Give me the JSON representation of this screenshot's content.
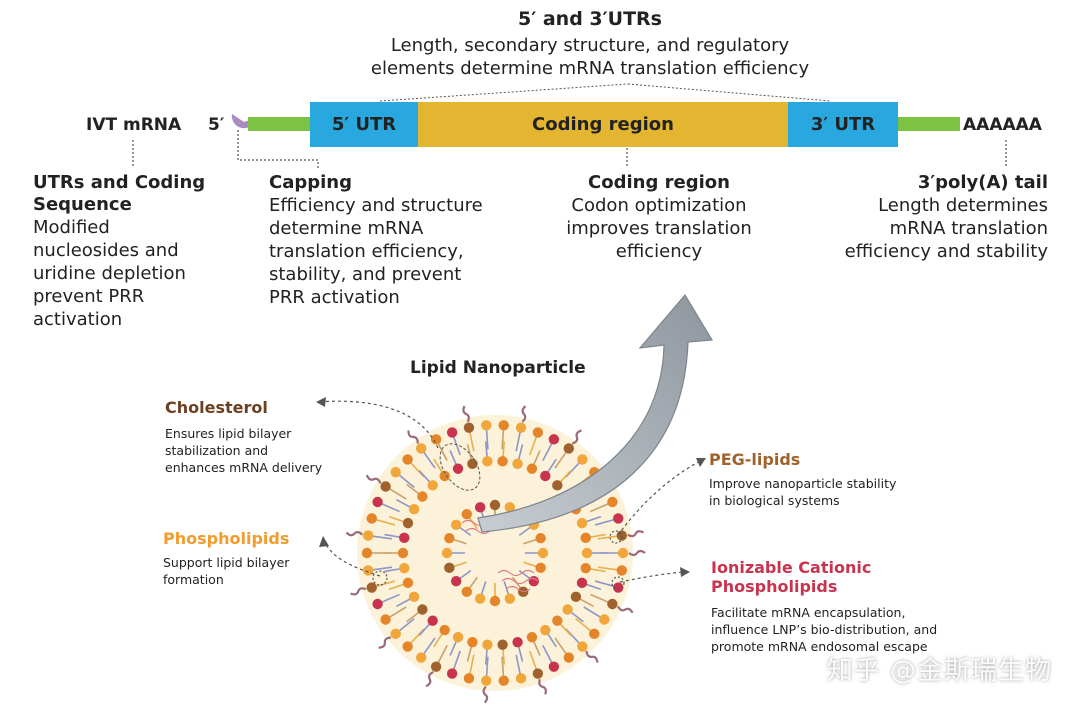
{
  "utr_header": {
    "title": "5′ and 3′UTRs",
    "desc_line1": "Length, secondary structure, and regulatory",
    "desc_line2": "elements determine mRNA translation efficiency"
  },
  "strand": {
    "ivt_label": "IVT mRNA",
    "five_prime": "5′",
    "seg_5utr": "5′ UTR",
    "seg_coding": "Coding region",
    "seg_3utr": "3′ UTR",
    "polya": "AAAAAA"
  },
  "annotations": {
    "utr_coding": {
      "title_l1": "UTRs and Coding",
      "title_l2": "Sequence",
      "lines": [
        "Modified",
        "nucleosides and",
        "uridine depletion",
        "prevent PRR",
        "activation"
      ]
    },
    "capping": {
      "title": "Capping",
      "lines": [
        "Efficiency and structure",
        "determine mRNA",
        "translation efficiency,",
        "stability, and prevent",
        "PRR activation"
      ]
    },
    "coding": {
      "title": "Coding region",
      "lines": [
        "Codon optimization",
        "improves translation",
        "efficiency"
      ]
    },
    "polya": {
      "title": "3′poly(A) tail",
      "lines": [
        "Length determines",
        "mRNA translation",
        "efficiency and stability"
      ]
    }
  },
  "lnp": {
    "title": "Lipid Nanoparticle",
    "cholesterol": {
      "title": "Cholesterol",
      "lines": [
        "Ensures lipid bilayer",
        "stabilization and",
        "enhances mRNA delivery"
      ],
      "color": "#6b3f1f"
    },
    "phospholipids": {
      "title": "Phospholipids",
      "lines": [
        "Support lipid bilayer",
        "formation"
      ],
      "color": "#f39c2b"
    },
    "peg": {
      "title": "PEG-lipids",
      "lines": [
        "Improve nanoparticle stability",
        "in biological systems"
      ],
      "color": "#a0622d"
    },
    "ionizable": {
      "title_l1": "Ionizable Cationic",
      "title_l2": "Phospholipids",
      "lines": [
        "Facilitate mRNA encapsulation,",
        "influence LNP’s bio-distribution,  and",
        "promote mRNA endosomal escape"
      ],
      "color": "#c8334d"
    }
  },
  "watermark": "知乎 @金斯瑞生物",
  "colors": {
    "utr_blue": "#29a8e0",
    "coding_gold": "#e3b530",
    "linker_green": "#7cc243",
    "cap_purple": "#a98bc4",
    "arrow_gray": "#a6adb5"
  }
}
